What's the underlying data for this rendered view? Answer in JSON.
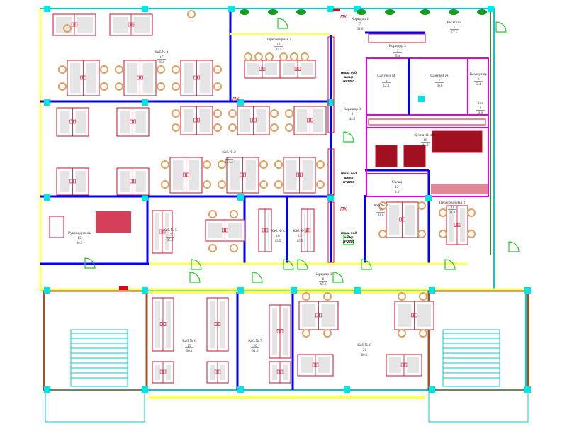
{
  "plan": {
    "colors": {
      "wall": "#0000ff",
      "partition": "#c8102e",
      "glass": "#ffff66",
      "door": "#22cc22",
      "column": "#00e5e5",
      "outer": "#00cccc",
      "chair": "#e0a060",
      "furniture": "#c8102e"
    },
    "rooms": [
      {
        "name": "Каб.№ 1",
        "number": "17",
        "area": "90.0"
      },
      {
        "name": "Переговорная 1",
        "number": "13",
        "area": "43.5"
      },
      {
        "name": "Коридор 1",
        "number": "7",
        "area": "32.6"
      },
      {
        "name": "Коридор 2",
        "number": "3",
        "area": "5.4"
      },
      {
        "name": "Ресепшн",
        "number": "1",
        "area": "17.5"
      },
      {
        "name": "Санузел М",
        "number": "5",
        "area": "12.2"
      },
      {
        "name": "Санузел Ж",
        "number": "7",
        "area": "16.6"
      },
      {
        "name": "Коммутац.",
        "number": "8",
        "area": "5.4"
      },
      {
        "name": "Хоз.",
        "number": "9",
        "area": "2.0"
      },
      {
        "name": "Коридор 3",
        "number": "6",
        "area": "44.2"
      },
      {
        "name": "Кухня 11 чел.",
        "number": "10",
        "area": "44.0"
      },
      {
        "name": "Склад",
        "number": "12",
        "area": "9.5"
      },
      {
        "name": "Каб.№ 2",
        "number": "14",
        "area": "154.4"
      },
      {
        "name": "Руководитель",
        "number": "15",
        "area": "30.5"
      },
      {
        "name": "Каб.№ 5",
        "number": "17",
        "area": "35.6"
      },
      {
        "name": "Каб.№ 4",
        "number": "16",
        "area": "13.5"
      },
      {
        "name": "Каб.№ 3",
        "number": "15",
        "area": "15.5"
      },
      {
        "name": "Каб.№ 9",
        "number": "30",
        "area": "24.6"
      },
      {
        "name": "Переговорная 2",
        "number": "22",
        "area": "21.3"
      },
      {
        "name": "Коридор 3",
        "number": "8",
        "area": "67.6"
      },
      {
        "name": "Каб.№ 6",
        "number": "19",
        "area": "56.1"
      },
      {
        "name": "Каб.№ 7",
        "number": "20",
        "area": "31.6"
      },
      {
        "name": "Каб.№ 8",
        "number": "21",
        "area": "80.6"
      }
    ],
    "pk_label": "ПК",
    "niche": {
      "line1": "Ниша под",
      "line2": "шкаф",
      "line3": "Н=2250"
    }
  }
}
